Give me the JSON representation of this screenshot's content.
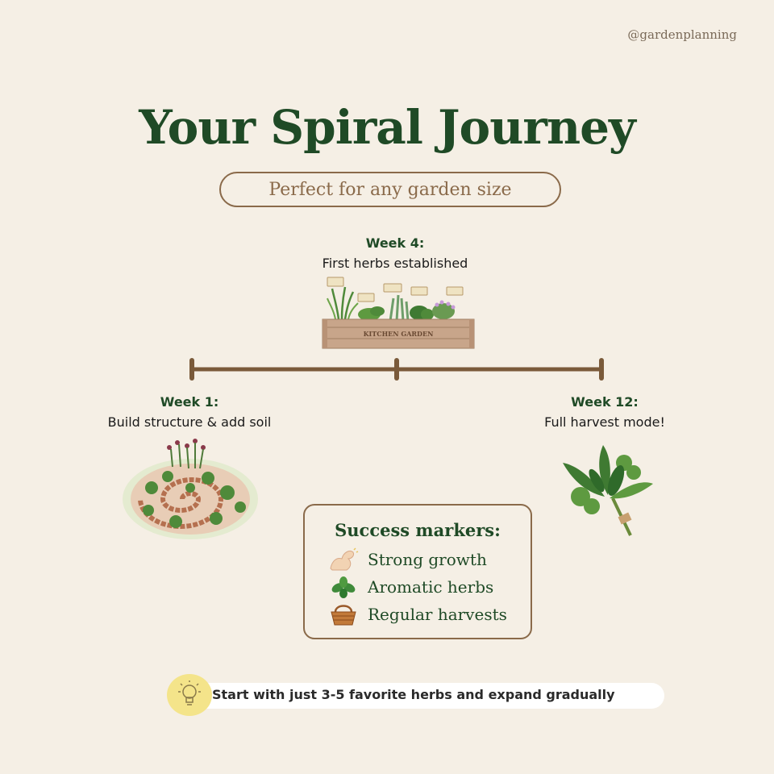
{
  "handle": "@gardenplanning",
  "title": "Your Spiral Journey",
  "subtitle": "Perfect for any garden size",
  "milestones": {
    "week4": {
      "week": "Week 4:",
      "desc": "First herbs established"
    },
    "week1": {
      "week": "Week 1:",
      "desc": "Build structure & add soil"
    },
    "week12": {
      "week": "Week 12:",
      "desc": "Full harvest mode!"
    }
  },
  "planter": {
    "label": "KITCHEN GARDEN"
  },
  "markers": {
    "heading": "Success markers:",
    "items": [
      {
        "icon": "flexed-arm-icon",
        "label": "Strong growth"
      },
      {
        "icon": "basil-leaf-icon",
        "label": "Aromatic herbs"
      },
      {
        "icon": "basket-icon",
        "label": "Regular harvests"
      }
    ]
  },
  "tip": {
    "icon": "lightbulb-icon",
    "text": "Start with just 3-5 favorite herbs and expand gradually"
  },
  "colors": {
    "background": "#f5efe5",
    "green": "#1f4a26",
    "brown": "#8a6a4a",
    "timeline": "#7a5a3a"
  }
}
